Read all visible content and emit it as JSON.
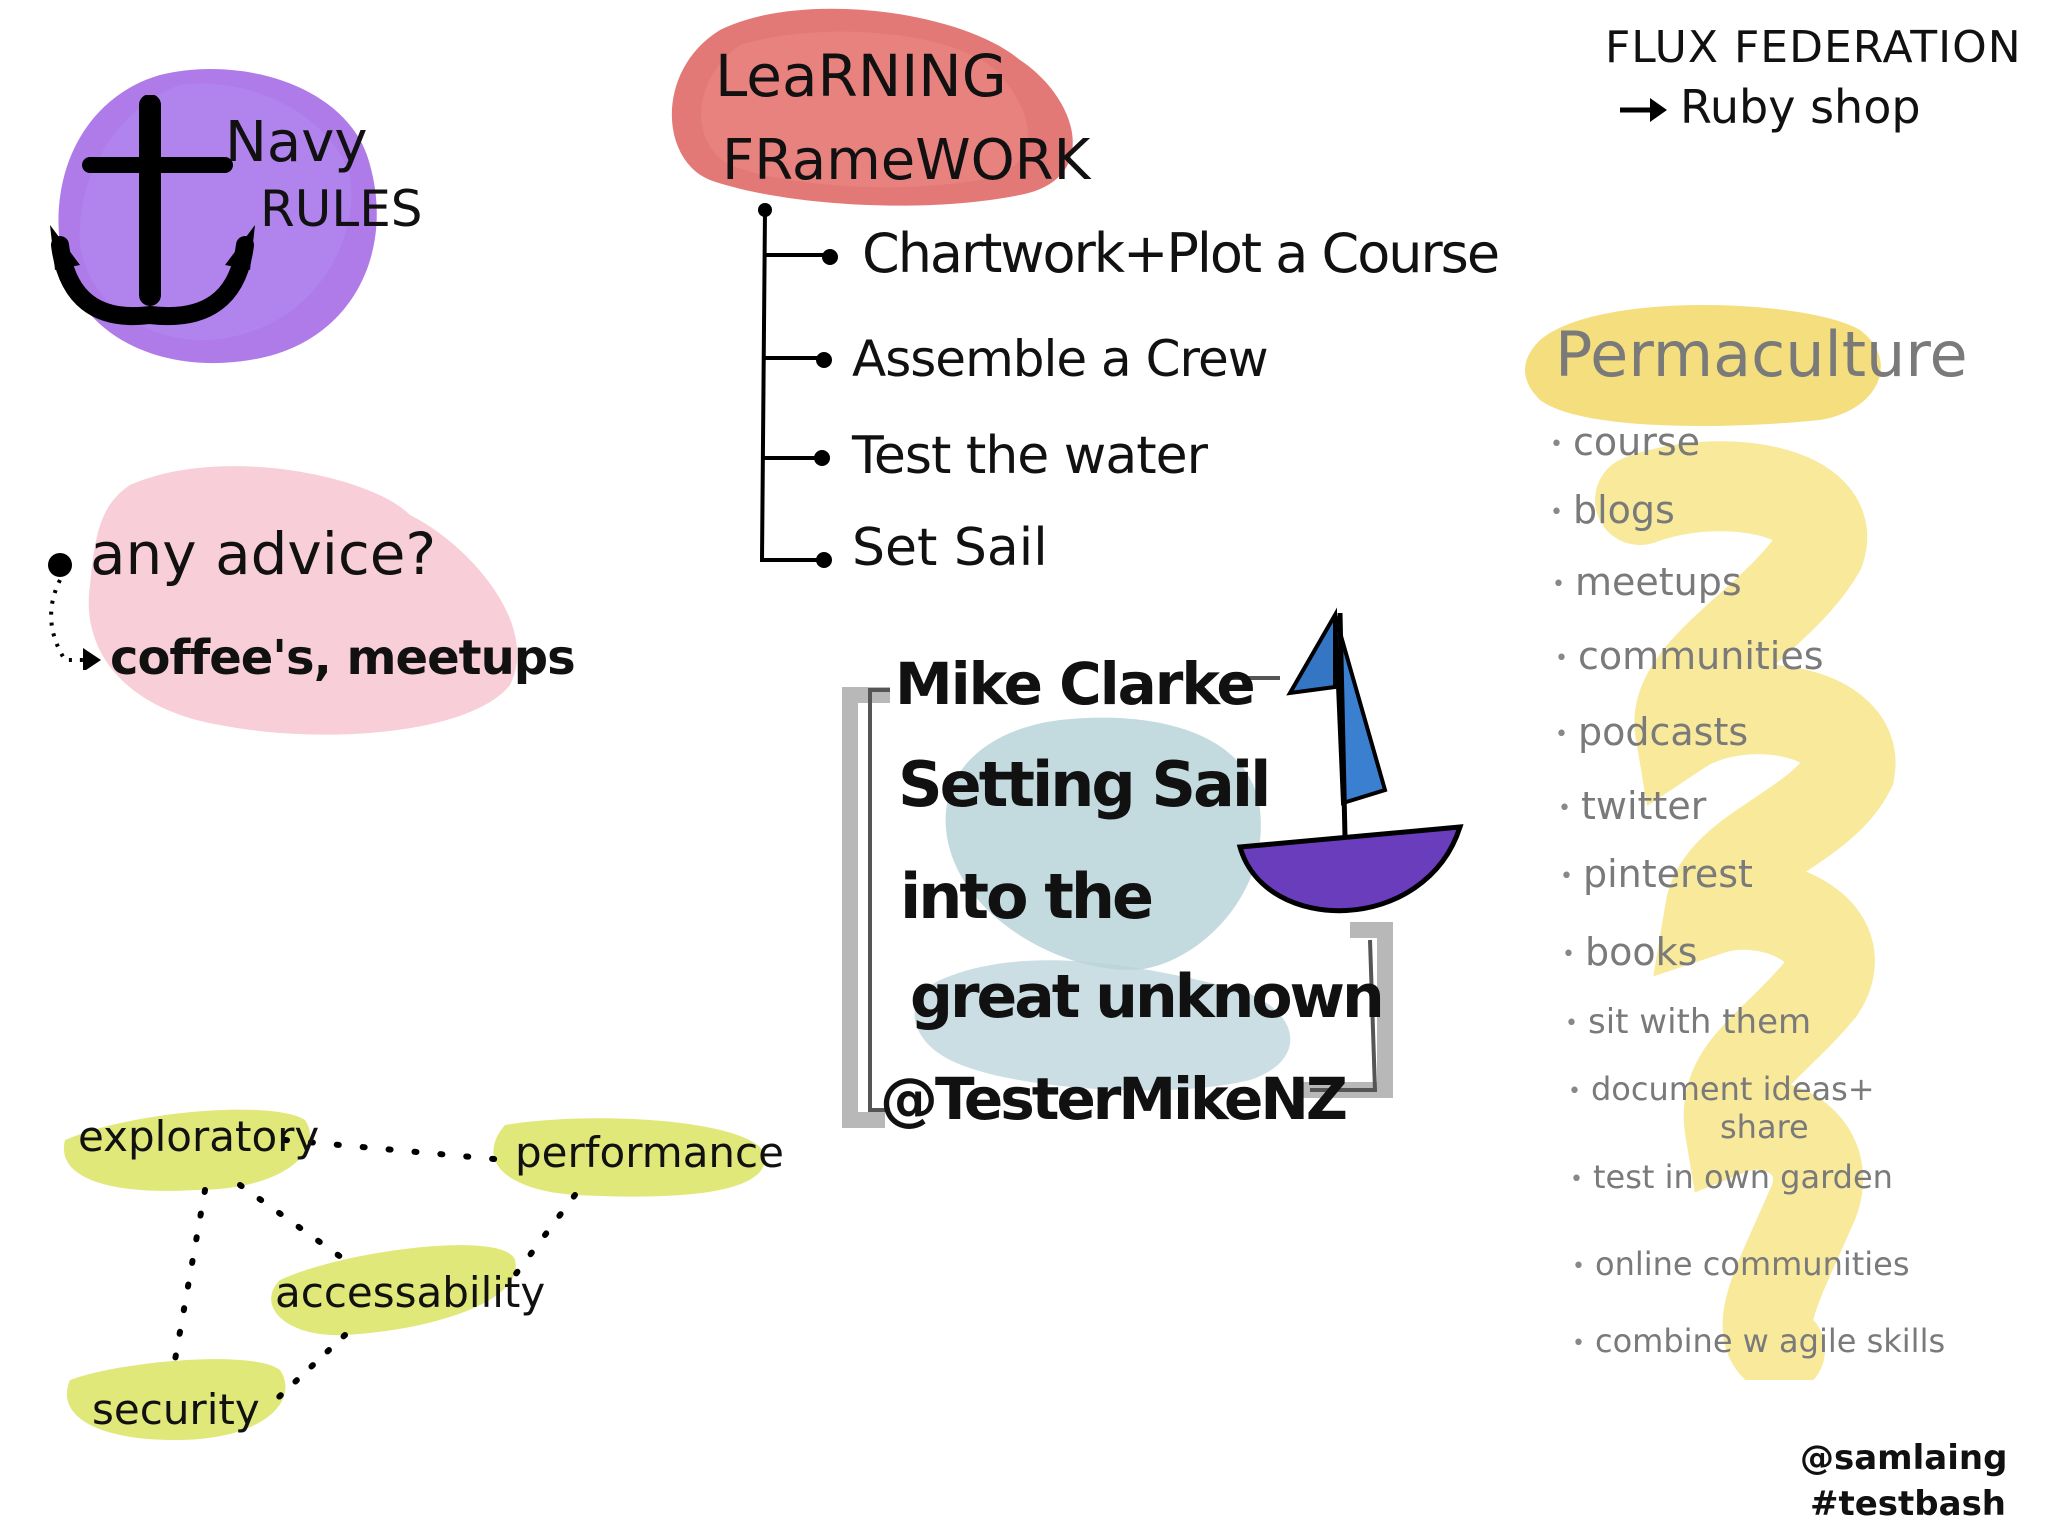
{
  "navy": {
    "title_line1": "Navy",
    "title_line2": "RULES",
    "icon": "anchor-icon",
    "color": "#a06ee0"
  },
  "learning": {
    "title_line1": "LeaRNING",
    "title_line2": "FRameWORK",
    "color": "#e07070",
    "items": [
      "Chartwork+Plot a Course",
      "Assemble a Crew",
      "Test the water",
      "Set Sail"
    ]
  },
  "flux": {
    "line1": "FLUX FEDERATION",
    "line2": "Ruby shop"
  },
  "advice": {
    "question": "any advice?",
    "answer": "coffee's, meetups",
    "color": "#f6c8d2"
  },
  "talk": {
    "speaker": "Mike Clarke",
    "title_line1": "Setting Sail",
    "title_line2": "into the",
    "title_line3": "great unknown",
    "handle": "@TesterMikeNZ",
    "icon": "sailboat-icon",
    "sail_color": "#3a78c8",
    "hull_color": "#6a3fc0"
  },
  "permaculture": {
    "title": "Permaculture",
    "color": "#f2dc6a",
    "items": [
      "course",
      "blogs",
      "meetups",
      "communities",
      "podcasts",
      "twitter",
      "pinterest",
      "books",
      "sit with them",
      "document ideas+",
      "test in own garden",
      "online communities",
      "combine w agile skills"
    ],
    "share_text": "share"
  },
  "testing": {
    "exploratory": "exploratory",
    "performance": "performance",
    "accessability": "accessability",
    "security": "security",
    "color": "#dce870"
  },
  "credit": {
    "author": "@samlaing",
    "tag": "#testbash"
  }
}
